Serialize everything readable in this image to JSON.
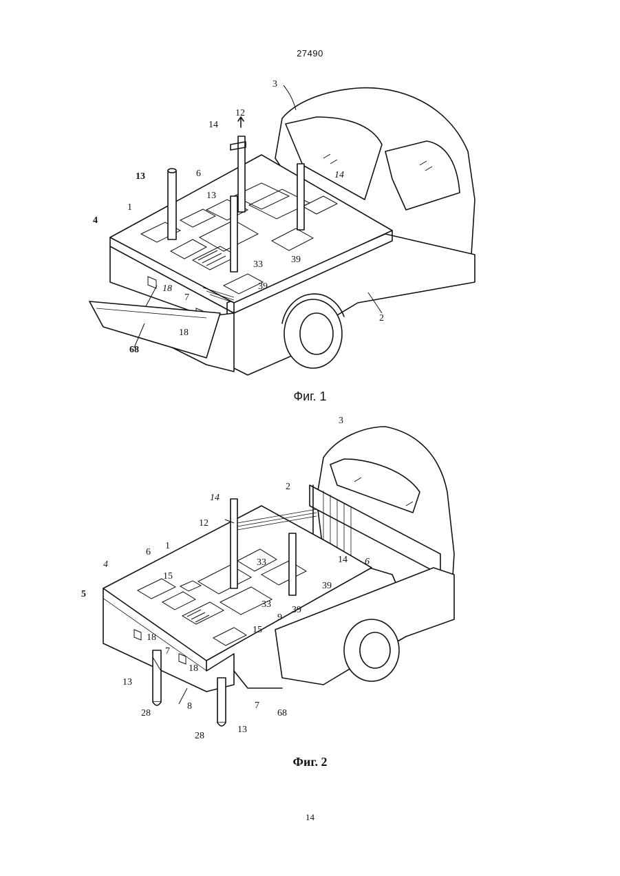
{
  "document": {
    "header_number": "27490",
    "page_number": "14"
  },
  "figures": [
    {
      "caption": "Фиг. 1",
      "labels": [
        "3",
        "12",
        "14",
        "14",
        "13",
        "6",
        "13",
        "1",
        "4",
        "33",
        "39",
        "39",
        "18",
        "7",
        "18",
        "68",
        "2"
      ]
    },
    {
      "caption": "Фиг. 2",
      "labels": [
        "3",
        "14",
        "2",
        "12",
        "6",
        "1",
        "33",
        "14",
        "6",
        "4",
        "15",
        "39",
        "5",
        "33",
        "39",
        "15",
        "9",
        "18",
        "7",
        "18",
        "13",
        "28",
        "8",
        "7",
        "68",
        "28",
        "13"
      ]
    }
  ]
}
